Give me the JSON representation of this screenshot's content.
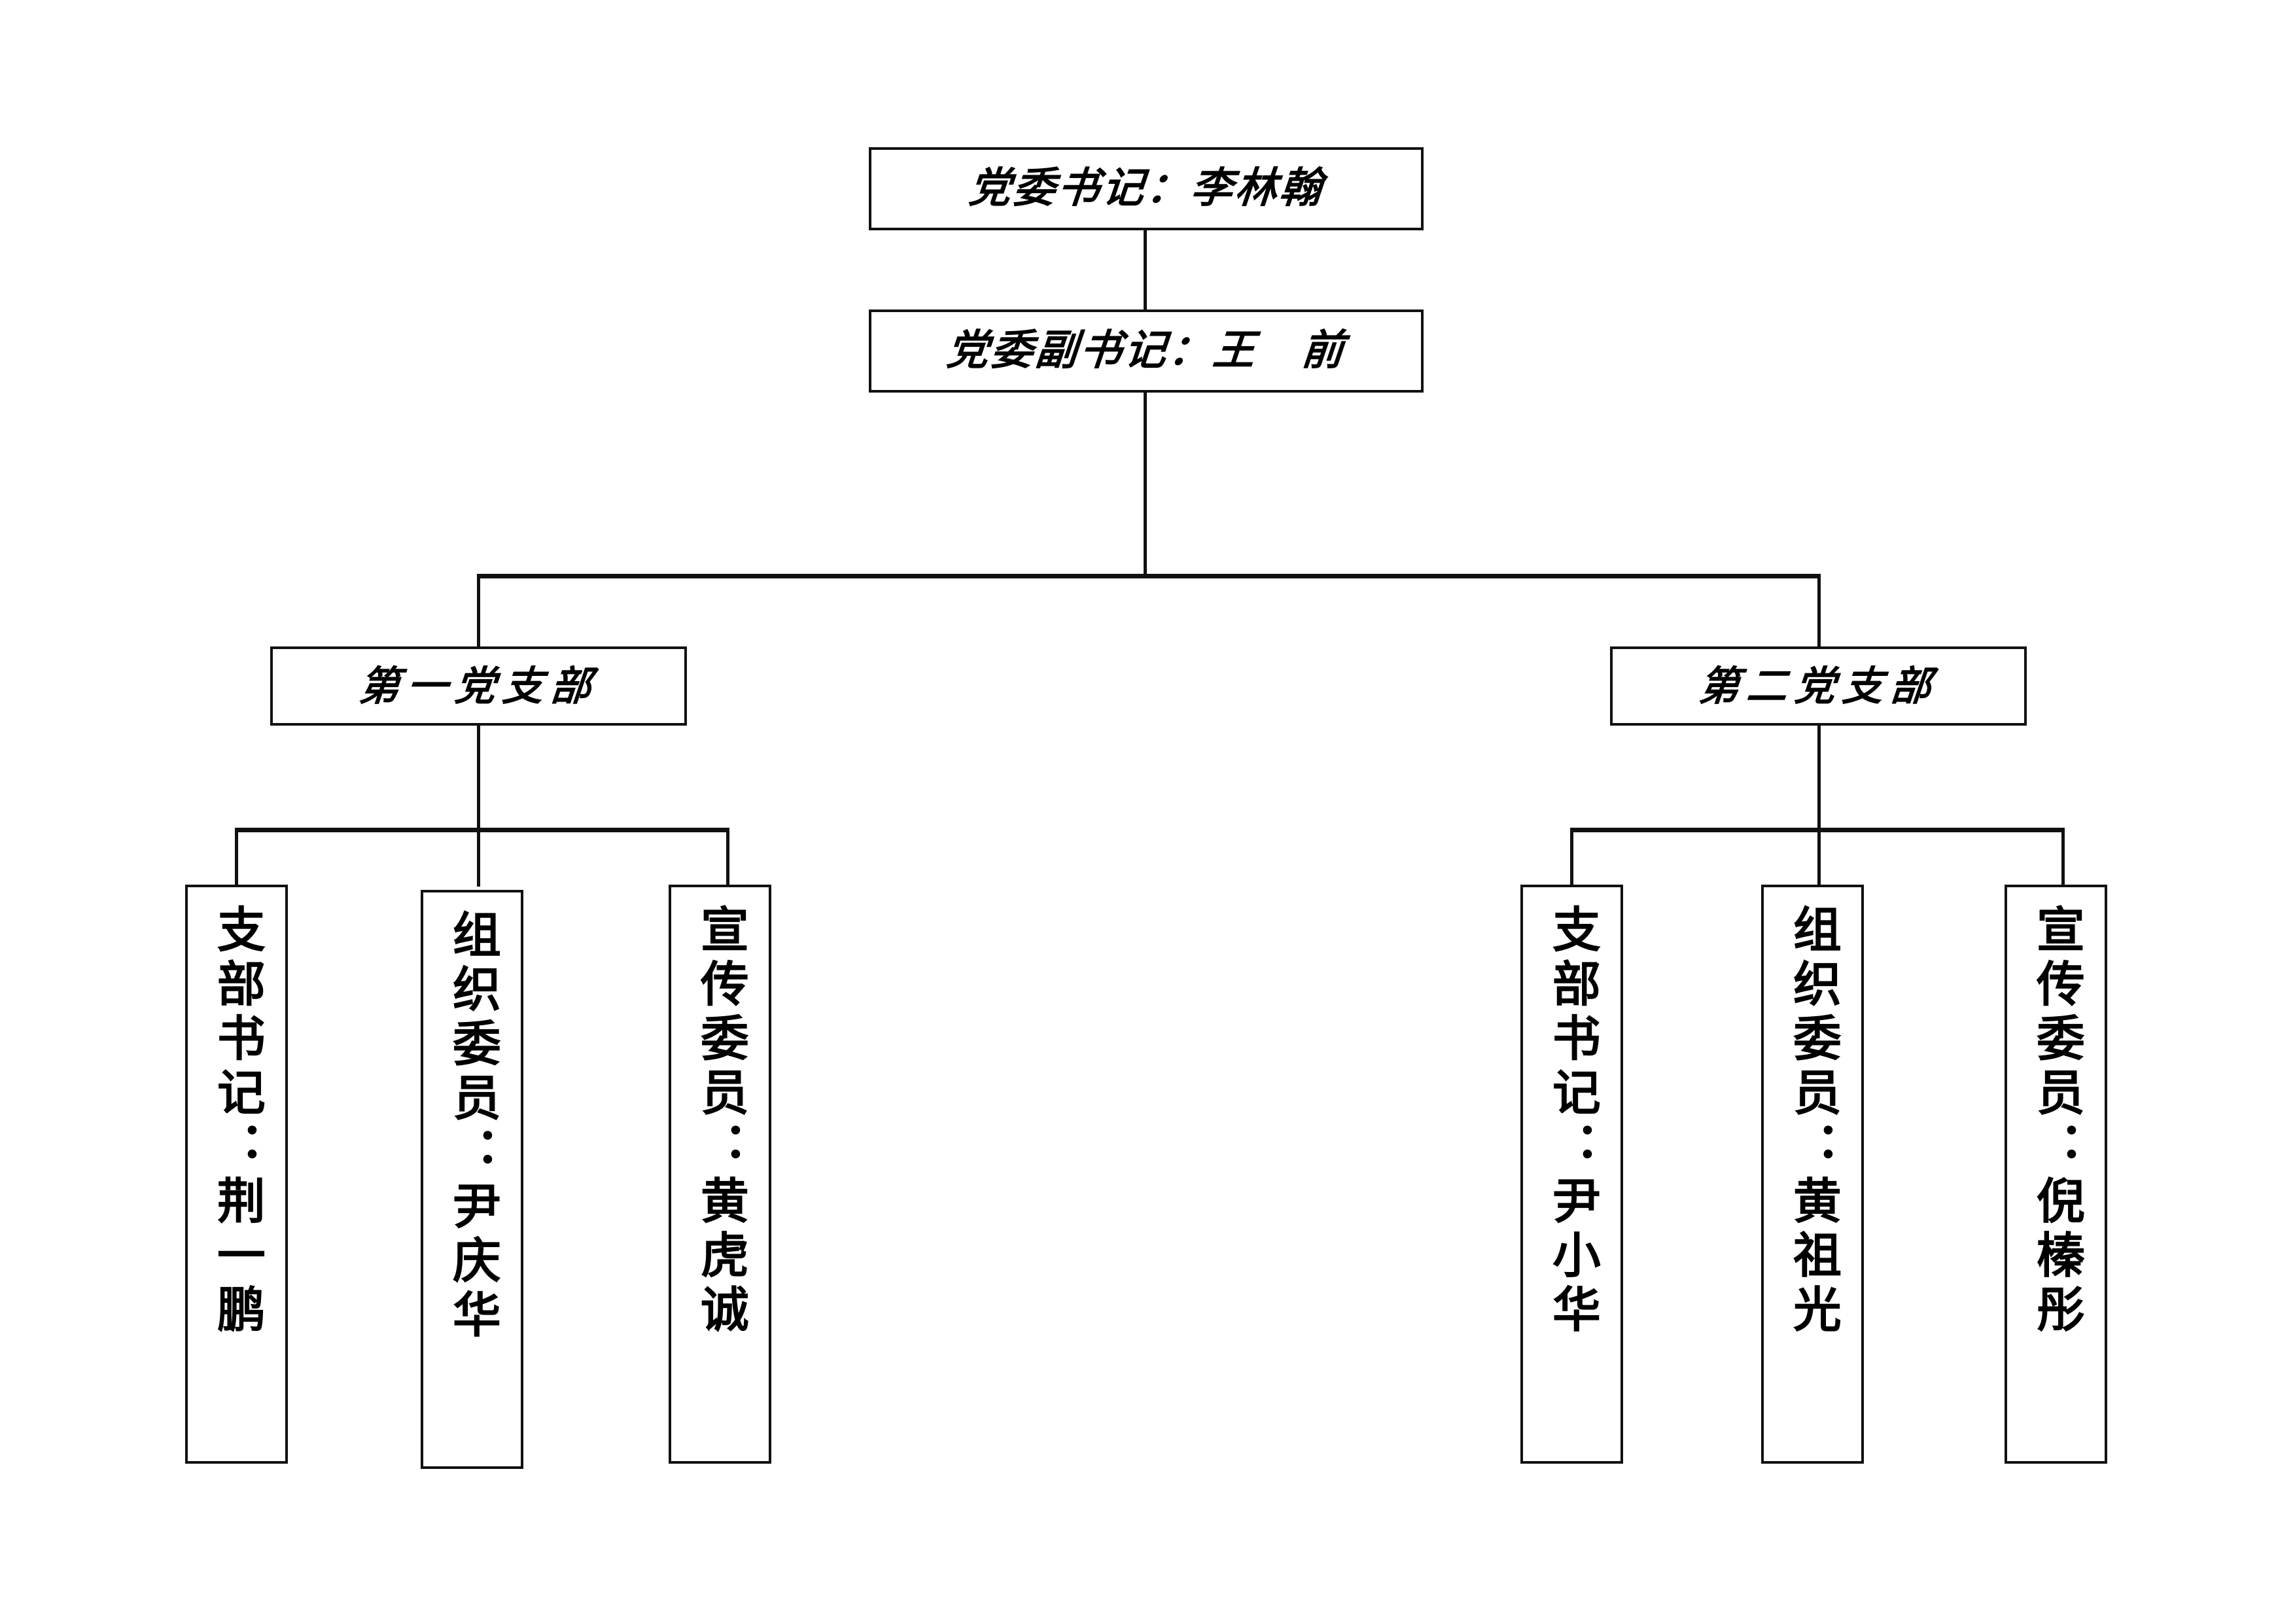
{
  "diagram": {
    "title_top": "党委书记：李林翰",
    "subtitle": "党委副书记：王　前",
    "branch_left": "第一党支部",
    "branch_right": "第二党支部",
    "members_left": [
      {
        "label": "支部书记：荆一鹏"
      },
      {
        "label": "组织委员：尹庆华"
      },
      {
        "label": "宣传委员：黄虎诚"
      }
    ],
    "members_right": [
      {
        "label": "支部书记：尹小华"
      },
      {
        "label": "组织委员：黄祖光"
      },
      {
        "label": "宣传委员：倪榛彤"
      }
    ],
    "colors": {
      "line": "#111111",
      "box_fill": "#ffffff",
      "text": "#000000",
      "page_background": "#ffffff"
    }
  }
}
